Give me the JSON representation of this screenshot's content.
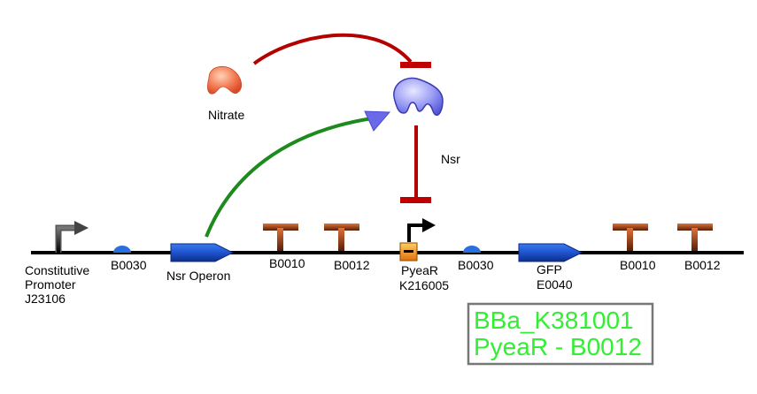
{
  "labels": {
    "nitrate": "Nitrate",
    "nsr": "Nsr",
    "promoter": [
      "Constitutive",
      "Promoter",
      "J23106"
    ],
    "rbs1": "B0030",
    "nsr_operon": "Nsr Operon",
    "term1": "B0010",
    "term2": "B0012",
    "pyear": [
      "PyeaR",
      "K216005"
    ],
    "rbs2": "B0030",
    "gfp": [
      "GFP",
      "E0040"
    ],
    "term3": "B0010",
    "term4": "B0012"
  },
  "part_box": {
    "line1": "BBa_K381001",
    "line2": "PyeaR - B0012"
  },
  "colors": {
    "backbone": "#000000",
    "cds": "#1a4fd0",
    "rbs": "#2a6fe0",
    "terminator": "#d4652a",
    "promoter_pyear": "#f0a020",
    "repression": "#b50000",
    "activation": "#1d8a1d",
    "arrowhead_activation": "#6a6ae8",
    "protein": "#8e90f0",
    "nitrate": "#f06a48",
    "part_text": "#33ee33",
    "part_border": "#777777"
  }
}
